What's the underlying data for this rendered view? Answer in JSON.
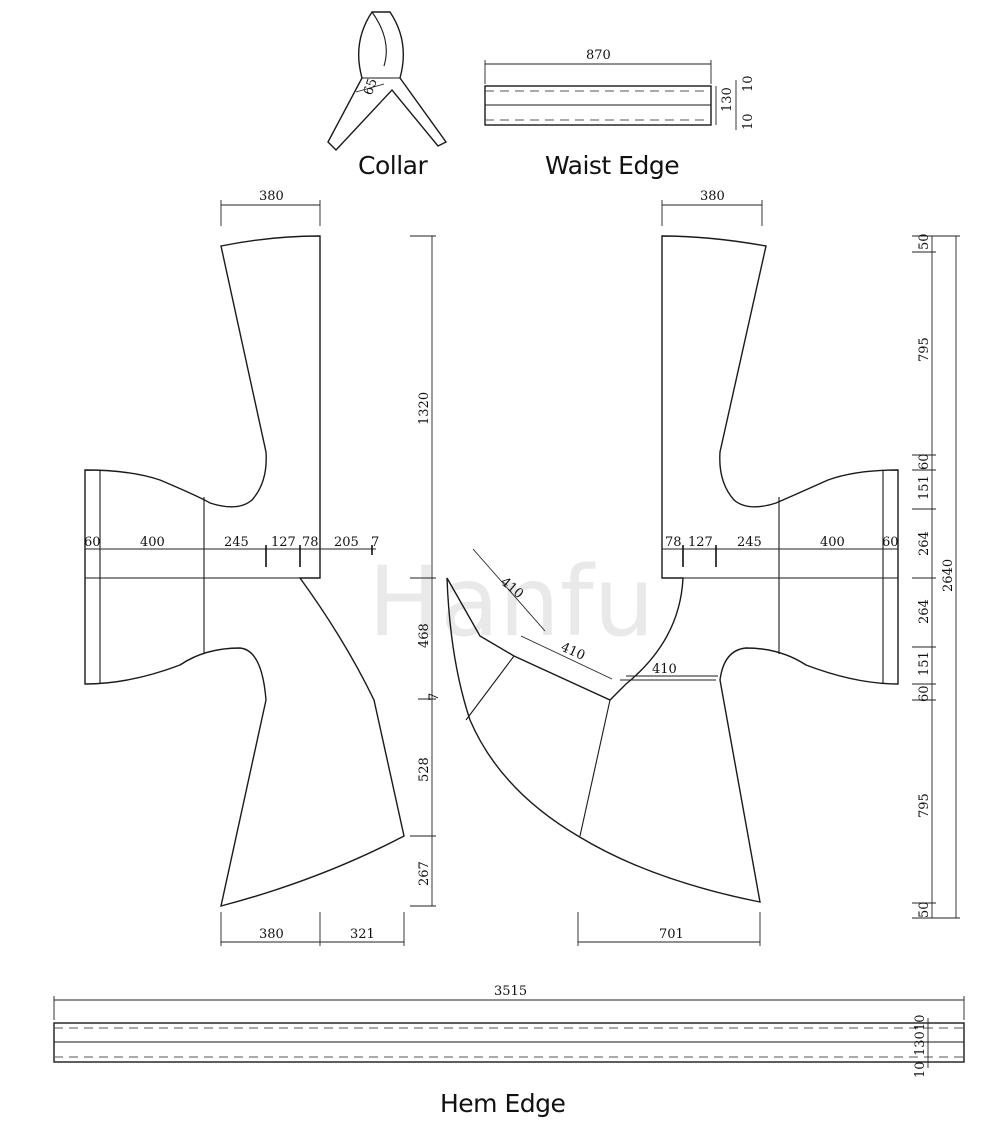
{
  "captions": {
    "collar": "Collar",
    "waist_edge": "Waist Edge",
    "hem_edge": "Hem Edge"
  },
  "watermark": "Hanfu",
  "dimensions": {
    "collar_width": "65",
    "waist_length": "870",
    "waist_total": "130",
    "waist_seam_top": "10",
    "waist_seam_bottom": "10",
    "left_top_width": "380",
    "left_arm_cuff": "60",
    "left_arm_sleeve": "400",
    "left_arm_upper": "245",
    "left_arm_127": "127",
    "left_arm_78": "78",
    "left_overlap": "205",
    "left_overlap_gap": "7",
    "left_height_1320": "1320",
    "left_height_468": "468",
    "left_gap_7": "7",
    "left_height_528": "528",
    "left_height_267": "267",
    "left_bottom_380": "380",
    "left_bottom_321": "321",
    "right_top_width": "380",
    "right_arm_78": "78",
    "right_arm_127": "127",
    "right_arm_245": "245",
    "right_arm_400": "400",
    "right_arm_60": "60",
    "panel_410_a": "410",
    "panel_410_b": "410",
    "panel_410_c": "410",
    "right_bottom_701": "701",
    "side_50_top": "50",
    "side_795_top": "795",
    "side_60_top": "60",
    "side_151_top": "151",
    "side_264_top": "264",
    "side_264_bottom": "264",
    "side_151_bottom": "151",
    "side_60_bottom": "60",
    "side_795_bottom": "795",
    "side_50_bottom": "50",
    "side_total": "2640",
    "hem_length": "3515",
    "hem_seam_top": "10",
    "hem_total": "130",
    "hem_seam_bottom": "10"
  }
}
